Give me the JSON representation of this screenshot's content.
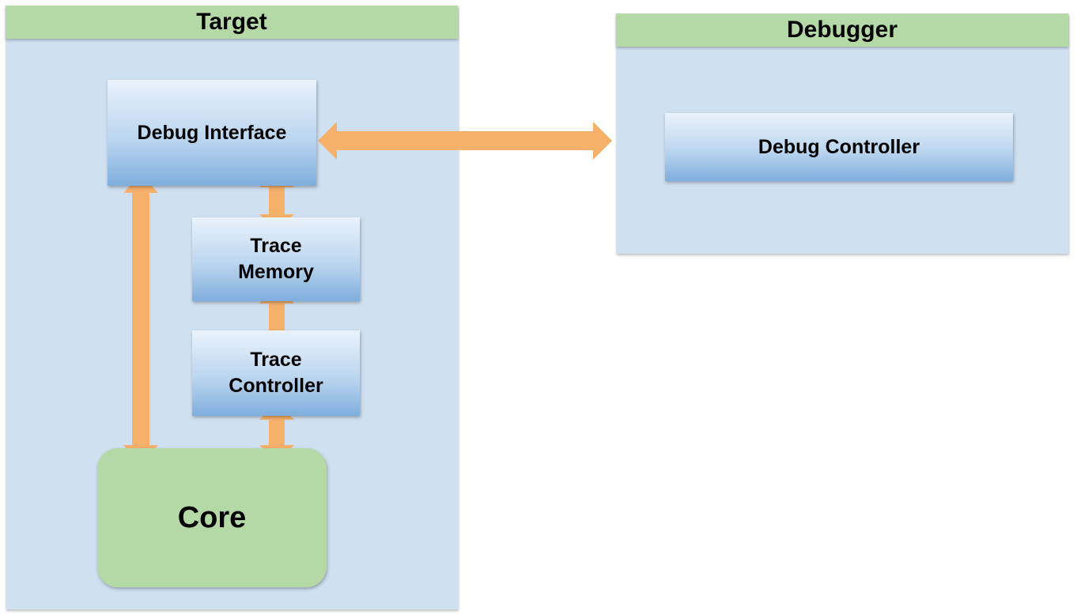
{
  "colors": {
    "panel_fill": "#cfe0f1",
    "panel_header": "#b5d9a6",
    "block_top": "#eaf2fb",
    "block_bottom": "#7faede",
    "core_fill": "#b5d9a6",
    "arrow": "#f5b06a"
  },
  "target": {
    "title": "Target",
    "blocks": {
      "debug_interface": "Debug Interface",
      "trace_memory": "Trace\nMemory",
      "trace_controller": "Trace\nController",
      "core": "Core"
    }
  },
  "debugger": {
    "title": "Debugger",
    "blocks": {
      "debug_controller": "Debug Controller"
    }
  },
  "connections": [
    {
      "from": "Debug Interface",
      "to": "Debug Controller",
      "direction": "bidirectional"
    },
    {
      "from": "Debug Interface",
      "to": "Trace Memory",
      "direction": "bidirectional"
    },
    {
      "from": "Trace Memory",
      "to": "Trace Controller",
      "direction": "bidirectional"
    },
    {
      "from": "Trace Controller",
      "to": "Core",
      "direction": "bidirectional"
    },
    {
      "from": "Debug Interface",
      "to": "Core",
      "direction": "bidirectional"
    }
  ]
}
